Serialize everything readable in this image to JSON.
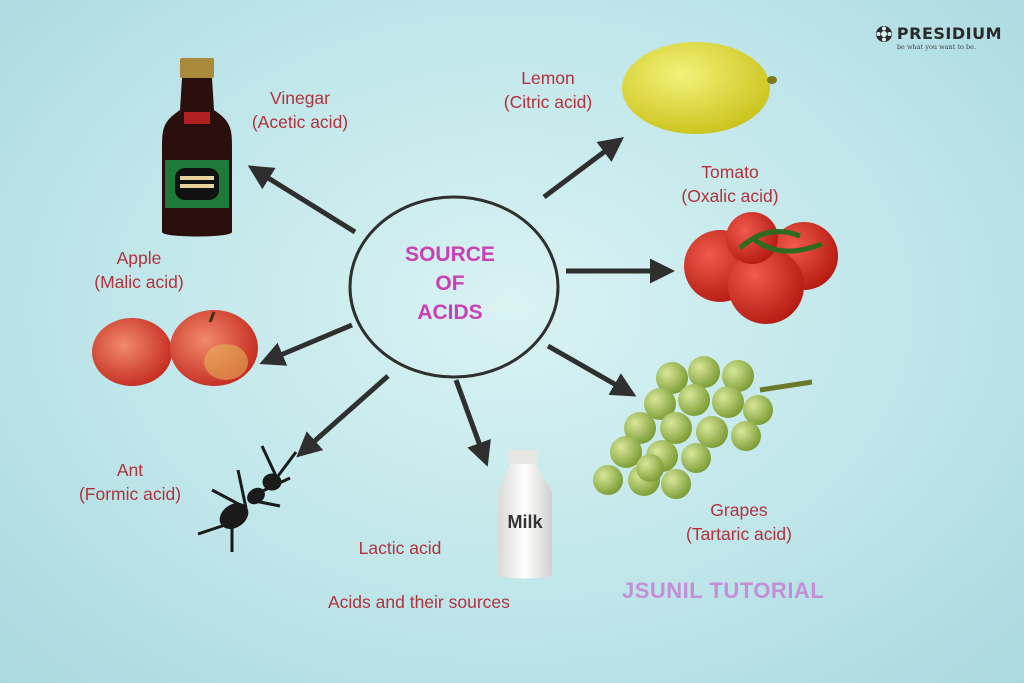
{
  "center": {
    "line1": "SOURCE",
    "line2": "OF",
    "line3": "ACIDS"
  },
  "sources": [
    {
      "name": "Vinegar",
      "acid": "(Acetic acid)",
      "icon": "vinegar-bottle-icon"
    },
    {
      "name": "Lemon",
      "acid": "(Citric acid)",
      "icon": "lemon-icon"
    },
    {
      "name": "Tomato",
      "acid": "(Oxalic acid)",
      "icon": "tomato-icon"
    },
    {
      "name": "Apple",
      "acid": "(Malic acid)",
      "icon": "apple-icon"
    },
    {
      "name": "Grapes",
      "acid": "(Tartaric acid)",
      "icon": "grapes-icon"
    },
    {
      "name": "Ant",
      "acid": "(Formic acid)",
      "icon": "ant-icon"
    },
    {
      "name": "",
      "acid": "Lactic acid",
      "icon": "milk-bottle-icon"
    }
  ],
  "milk_label": "Milk",
  "caption": "Acids and their sources",
  "watermark": "JSUNIL TUTORIAL",
  "logo": {
    "name": "PRESIDIUM",
    "tagline": "be what you want to be."
  },
  "colors": {
    "label": "#b0323c",
    "center_text": "#c93fb4",
    "watermark": "#c48fd9",
    "arrow": "#2f2f2f"
  }
}
